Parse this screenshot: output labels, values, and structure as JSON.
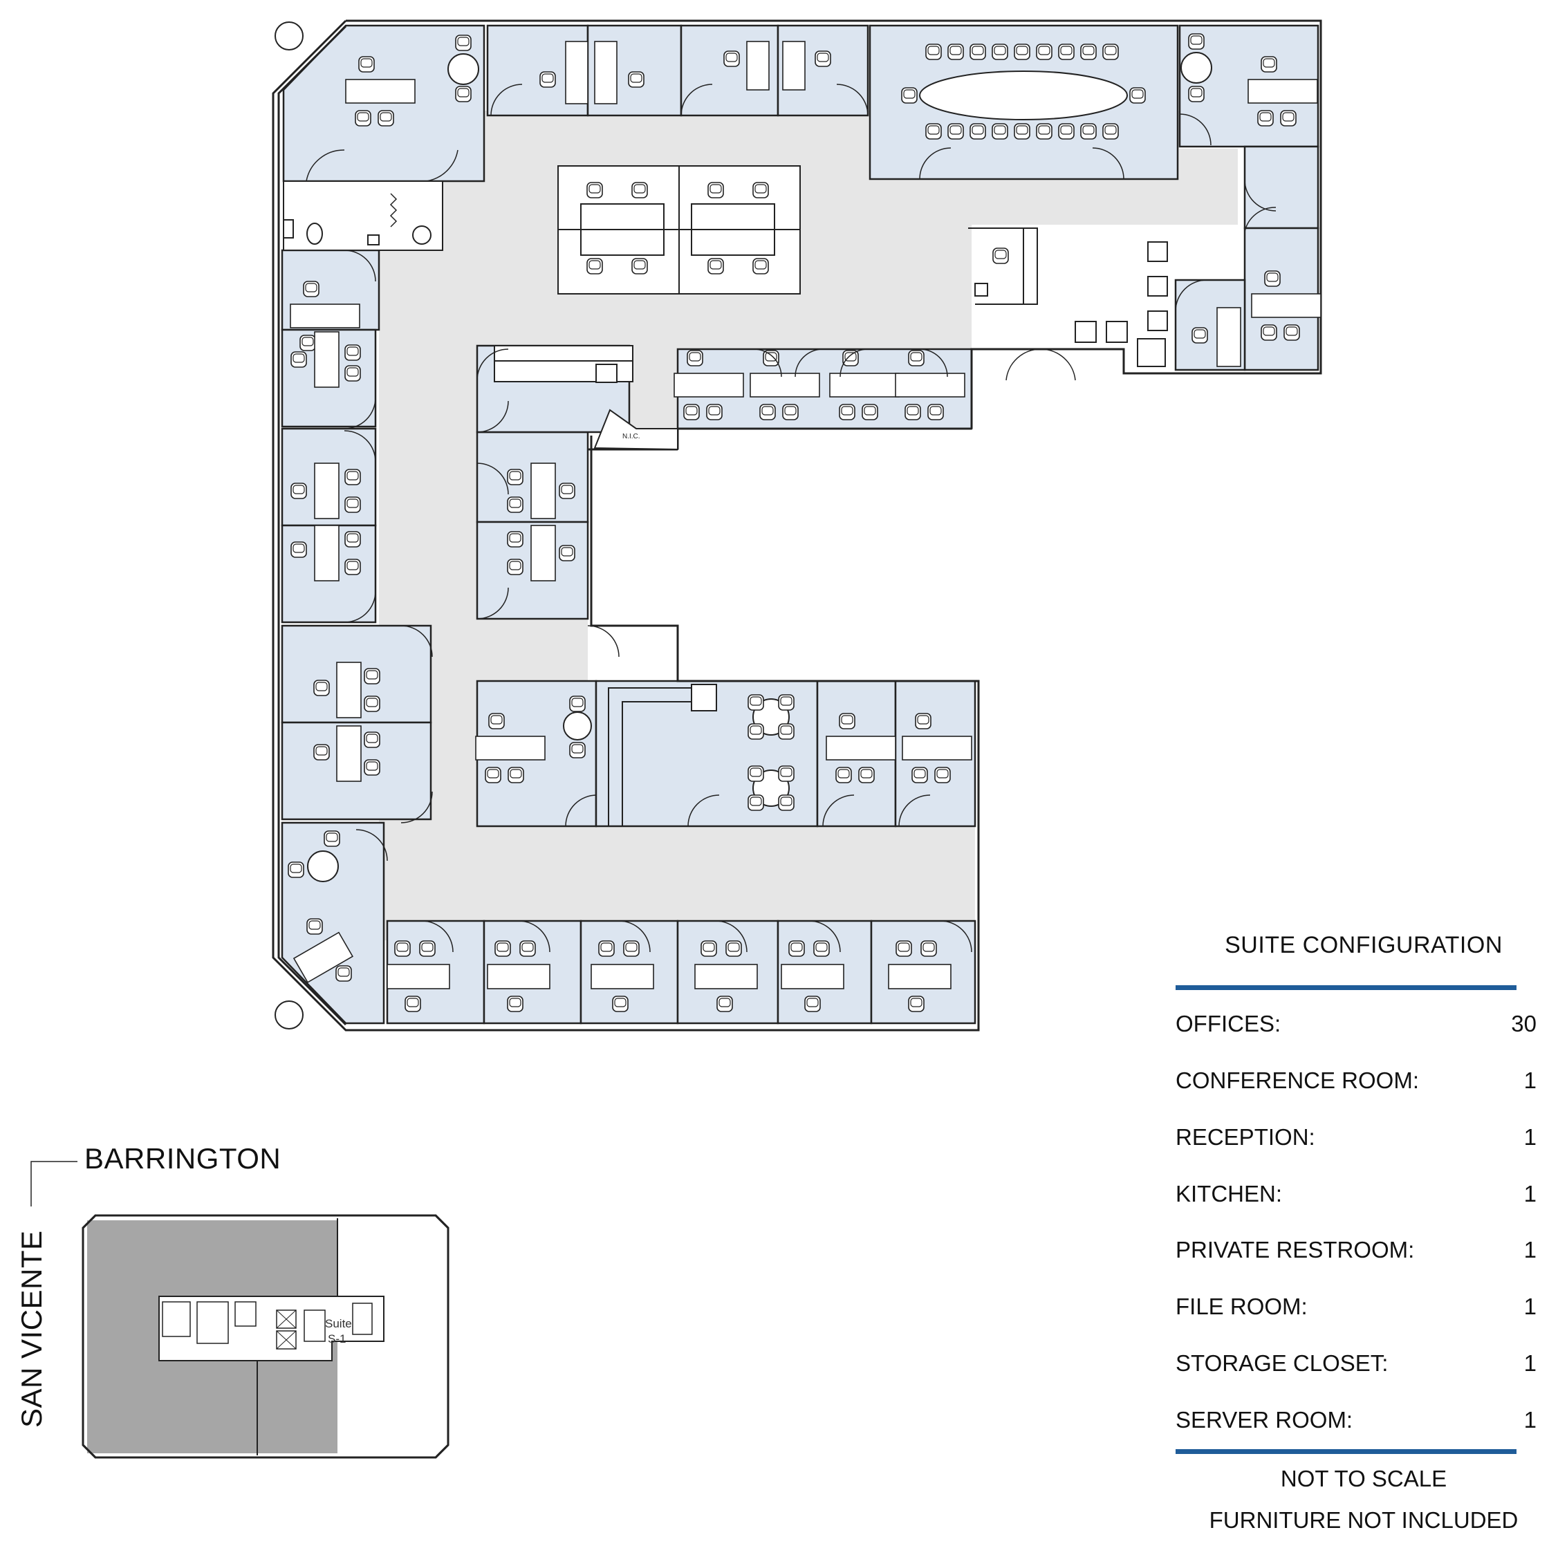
{
  "suite_configuration": {
    "title": "SUITE CONFIGURATION",
    "rows": [
      {
        "label": "OFFICES:",
        "value": "30"
      },
      {
        "label": "CONFERENCE ROOM:",
        "value": "1"
      },
      {
        "label": "RECEPTION:",
        "value": "1"
      },
      {
        "label": "KITCHEN:",
        "value": "1"
      },
      {
        "label": "PRIVATE RESTROOM:",
        "value": "1"
      },
      {
        "label": "FILE ROOM:",
        "value": "1"
      },
      {
        "label": "STORAGE CLOSET:",
        "value": "1"
      },
      {
        "label": "SERVER ROOM:",
        "value": "1"
      }
    ],
    "notes": [
      "NOT TO SCALE",
      "FURNITURE NOT INCLUDED"
    ]
  },
  "key_plan": {
    "street_north": "BARRINGTON",
    "street_west": "SAN VICENTE",
    "suite_label_1": "Suite",
    "suite_label_2": "S-1"
  },
  "floor_plan": {
    "nic_label": "N.I.C."
  },
  "colors": {
    "room_fill": "#dce5f0",
    "corridor_fill": "#e6e6e6",
    "wall": "#222222",
    "rule": "#1f5c99",
    "key_suite": "#a6a6a6"
  }
}
